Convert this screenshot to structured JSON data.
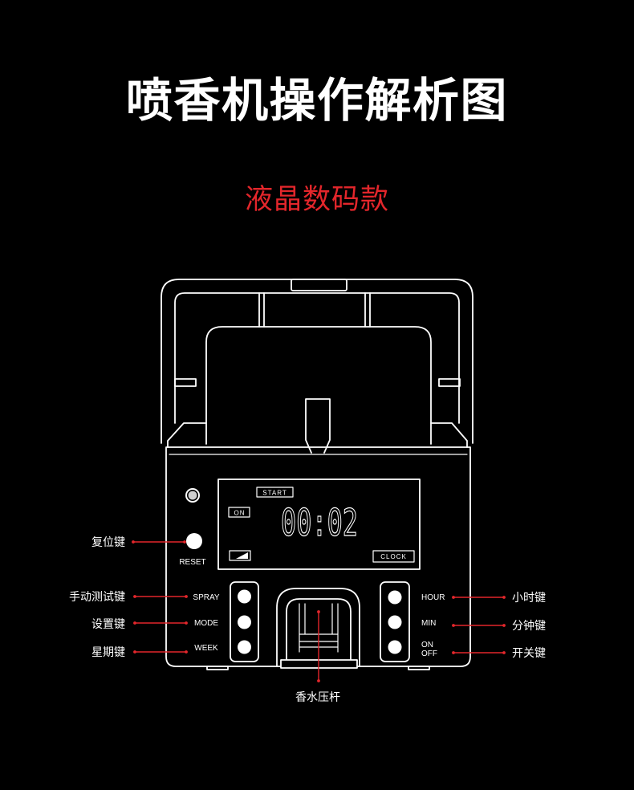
{
  "title": "喷香机操作解析图",
  "subtitle": "液晶数码款",
  "colors": {
    "background": "#000000",
    "line": "#ffffff",
    "accent": "#e3262b"
  },
  "icons": {
    "lcd_battery": "battery-icon",
    "light_sensor": "sensor-icon"
  },
  "lcd": {
    "start_label": "START",
    "on_label": "ON",
    "time": "00:02",
    "clock_label": "CLOCK"
  },
  "buttons": {
    "reset": "RESET",
    "spray": "SPRAY",
    "mode": "MODE",
    "week": "WEEK",
    "hour": "HOUR",
    "min": "MIN",
    "onoff_line1": "ON",
    "onoff_line2": "OFF"
  },
  "callouts": {
    "reset": "复位键",
    "spray": "手动测试键",
    "mode": "设置键",
    "week": "星期键",
    "hour": "小时键",
    "min": "分钟键",
    "onoff": "开关键",
    "press_rod": "香水压杆"
  }
}
